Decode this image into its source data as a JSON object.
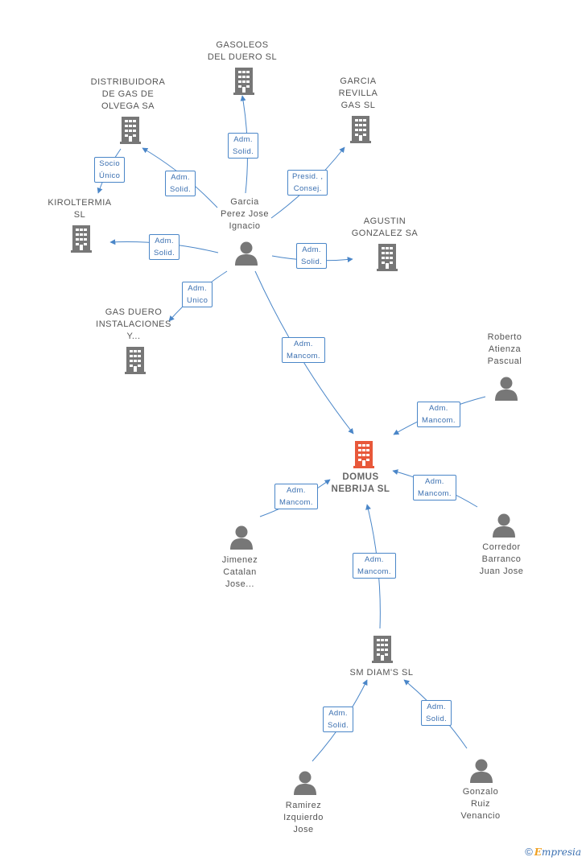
{
  "colors": {
    "edge": "#4a86c8",
    "node": "#777777",
    "focus": "#e8583a",
    "label_text": "#555555",
    "badge_text": "#3a6fb0"
  },
  "nodes": [
    {
      "id": "gasoleos",
      "kind": "company",
      "lines": [
        "GASOLEOS",
        "DEL DUERO SL"
      ]
    },
    {
      "id": "distribuidora",
      "kind": "company",
      "lines": [
        "DISTRIBUIDORA",
        "DE GAS DE",
        "OLVEGA SA"
      ]
    },
    {
      "id": "garcia_revilla",
      "kind": "company",
      "lines": [
        "GARCIA",
        "REVILLA",
        "GAS SL"
      ]
    },
    {
      "id": "kiroltermia",
      "kind": "company",
      "lines": [
        "KIROLTERMIA",
        "SL"
      ]
    },
    {
      "id": "agustin",
      "kind": "company",
      "lines": [
        "AGUSTIN",
        "GONZALEZ SA"
      ]
    },
    {
      "id": "gas_duero",
      "kind": "company",
      "lines": [
        "GAS DUERO",
        "INSTALACIONES",
        "Y..."
      ]
    },
    {
      "id": "garcia_perez",
      "kind": "person",
      "lines": [
        "Garcia",
        "Perez Jose",
        "Ignacio"
      ]
    },
    {
      "id": "roberto",
      "kind": "person",
      "lines": [
        "Roberto",
        "Atienza",
        "Pascual"
      ]
    },
    {
      "id": "domus",
      "kind": "focus",
      "lines": [
        "DOMUS",
        "NEBRIJA SL"
      ]
    },
    {
      "id": "jimenez",
      "kind": "person",
      "lines": [
        "Jimenez",
        "Catalan",
        "Jose..."
      ]
    },
    {
      "id": "corredor",
      "kind": "person",
      "lines": [
        "Corredor",
        "Barranco",
        "Juan Jose"
      ]
    },
    {
      "id": "smdiams",
      "kind": "company",
      "lines": [
        "SM DIAM'S SL"
      ]
    },
    {
      "id": "ramirez",
      "kind": "person",
      "lines": [
        "Ramirez",
        "Izquierdo",
        "Jose"
      ]
    },
    {
      "id": "gonzalo",
      "kind": "person",
      "lines": [
        "Gonzalo",
        "Ruiz",
        "Venancio"
      ]
    }
  ],
  "edges": [
    {
      "id": "e-gasoleos",
      "from": "garcia_perez",
      "to": "gasoleos",
      "label": [
        "Adm.",
        "Solid."
      ]
    },
    {
      "id": "e-distribuidora",
      "from": "garcia_perez",
      "to": "distribuidora",
      "label": [
        "Adm.",
        "Solid."
      ]
    },
    {
      "id": "e-garcia-revilla",
      "from": "garcia_perez",
      "to": "garcia_revilla",
      "label": [
        "Presid. ,",
        "Consej."
      ]
    },
    {
      "id": "e-socio-unico",
      "from": "distribuidora",
      "to": "kiroltermia",
      "label": [
        "Socio",
        "Único"
      ]
    },
    {
      "id": "e-kiroltermia",
      "from": "garcia_perez",
      "to": "kiroltermia",
      "label": [
        "Adm.",
        "Solid."
      ]
    },
    {
      "id": "e-agustin",
      "from": "garcia_perez",
      "to": "agustin",
      "label": [
        "Adm.",
        "Solid."
      ]
    },
    {
      "id": "e-gas-duero",
      "from": "garcia_perez",
      "to": "gas_duero",
      "label": [
        "Adm.",
        "Unico"
      ]
    },
    {
      "id": "e-domus-garcia",
      "from": "garcia_perez",
      "to": "domus",
      "label": [
        "Adm.",
        "Mancom."
      ]
    },
    {
      "id": "e-domus-roberto",
      "from": "roberto",
      "to": "domus",
      "label": [
        "Adm.",
        "Mancom."
      ]
    },
    {
      "id": "e-domus-jimenez",
      "from": "jimenez",
      "to": "domus",
      "label": [
        "Adm.",
        "Mancom."
      ]
    },
    {
      "id": "e-domus-corredor",
      "from": "corredor",
      "to": "domus",
      "label": [
        "Adm.",
        "Mancom."
      ]
    },
    {
      "id": "e-domus-smdiams",
      "from": "smdiams",
      "to": "domus",
      "label": [
        "Adm.",
        "Mancom."
      ]
    },
    {
      "id": "e-smdiams-ramirez",
      "from": "ramirez",
      "to": "smdiams",
      "label": [
        "Adm.",
        "Solid."
      ]
    },
    {
      "id": "e-smdiams-gonzalo",
      "from": "gonzalo",
      "to": "smdiams",
      "label": [
        "Adm.",
        "Solid."
      ]
    }
  ],
  "footer": {
    "copyright": "©",
    "brand_initial": "E",
    "brand_rest": "mpresia"
  }
}
